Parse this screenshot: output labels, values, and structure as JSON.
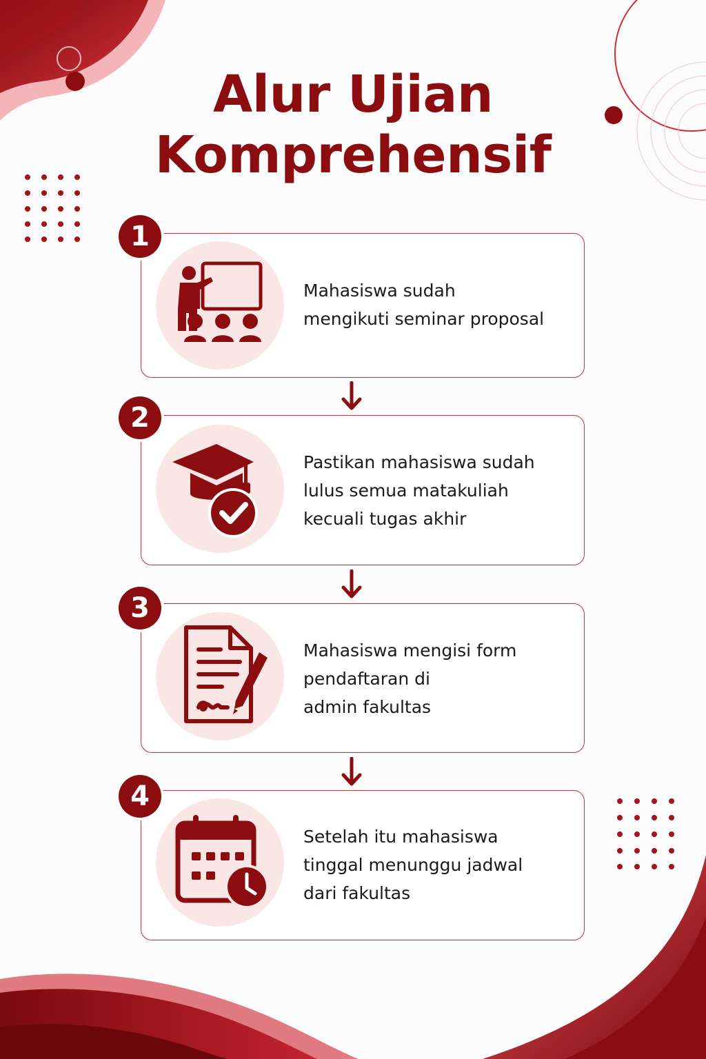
{
  "title": {
    "line1": "Alur Ujian",
    "line2": "Komprehensif"
  },
  "colors": {
    "primary": "#8b0d10",
    "accent": "#d62b36",
    "icon_bg": "#fbe6e6",
    "text": "#1a1a1a"
  },
  "steps": [
    {
      "number": "1",
      "icon": "presentation-teacher-icon",
      "lines": [
        "Mahasiswa sudah",
        "mengikuti seminar proposal"
      ]
    },
    {
      "number": "2",
      "icon": "graduation-cap-check-icon",
      "lines": [
        "Pastikan mahasiswa sudah",
        "lulus semua matakuliah",
        "kecuali tugas akhir"
      ]
    },
    {
      "number": "3",
      "icon": "form-document-pen-icon",
      "lines": [
        "Mahasiswa mengisi form",
        "pendaftaran di",
        "admin fakultas"
      ]
    },
    {
      "number": "4",
      "icon": "calendar-clock-icon",
      "lines": [
        "Setelah itu mahasiswa",
        "tinggal menunggu jadwal",
        "dari fakultas"
      ]
    }
  ]
}
